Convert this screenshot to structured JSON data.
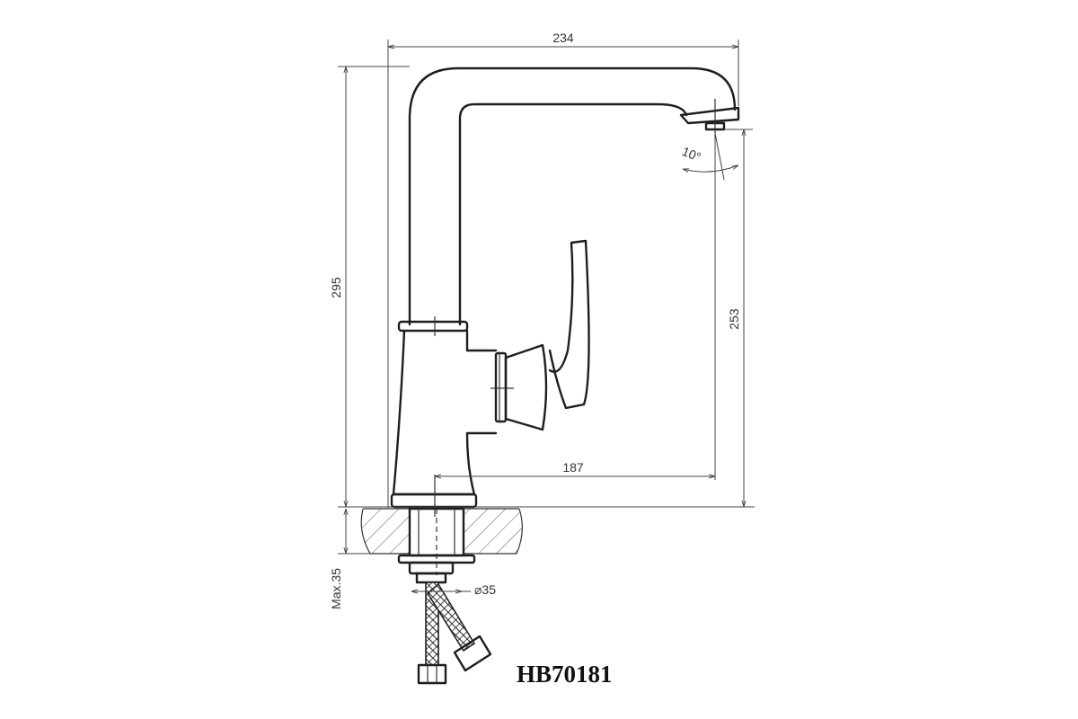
{
  "dimensions": {
    "width": "234",
    "height": "295",
    "spout_height": "253",
    "reach": "187",
    "angle": "10°",
    "hole_diameter": "⌀35",
    "max_thickness": "Max.35"
  },
  "model": "HB70181"
}
